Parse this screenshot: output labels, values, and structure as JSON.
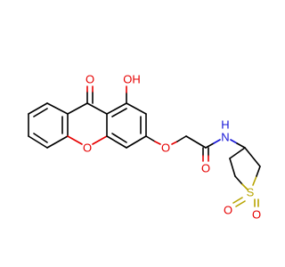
{
  "molecule": {
    "colors": {
      "carbon_bond": "#000000",
      "oxygen": "#e60000",
      "nitrogen": "#1515d6",
      "sulfur": "#b8a400"
    },
    "atoms": {
      "carbonyl_oxygen": "O",
      "hydroxyl": "OH",
      "ring_oxygen": "O",
      "ether_oxygen": "O",
      "amide_oxygen": "O",
      "amide_nh": "N",
      "amide_h": "H",
      "sulfur": "S",
      "sulfonyl_oxygen_1": "O",
      "sulfonyl_oxygen_2": "O"
    }
  }
}
